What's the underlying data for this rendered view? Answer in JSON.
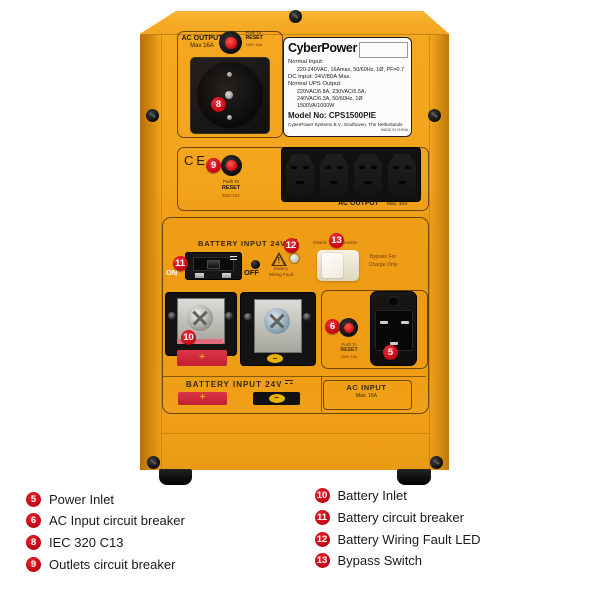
{
  "device": {
    "plate": {
      "brand": "CyberPower",
      "lines": [
        "Normal Input:",
        "220-240VAC, 16Amax, 50/60Hz, 1Ø, PF=0.7",
        "DC Input:  24V/80A Max.",
        "Normal UPS Output:",
        "220VAC/6.8A,  230VAC/6.5A,",
        "240VAC/6.3A,   50/60Hz,  1Ø",
        "1500VA/1000W"
      ],
      "model": "Model No: CPS1500PIE",
      "company": "CyberPower Systems B.V., Eindhoven, The Netherlands",
      "made_in": "MADE IN CHINA"
    },
    "ac_output_box": {
      "title": "AC OUTPUT",
      "max": "Max 16A",
      "push": "Push To",
      "reset": "RESET",
      "rating": "250V 16A"
    },
    "mid_box": {
      "ce": "CE",
      "push": "Push To",
      "reset": "RESET",
      "rating": "250V,10A",
      "strip_label": "AC OUTPUT",
      "strip_max": "Max. 10A"
    },
    "battery": {
      "title": "BATTERY INPUT 24V",
      "on": "ON",
      "off": "OFF",
      "fault1": "Battery",
      "fault2": "Wiring Fault",
      "disable": "Disable",
      "enable": "Enable",
      "bypass1": "Bypass For",
      "bypass2": "Charge Only",
      "plus": "+",
      "minus": "−"
    },
    "ac_input": {
      "push": "Push To",
      "reset": "RESET",
      "rating": "250V 16A",
      "title": "AC INPUT",
      "max": "Max. 16A"
    },
    "bottom": {
      "battery_title": "BATTERY INPUT 24V",
      "plus": "+",
      "minus": "−"
    },
    "callouts": {
      "c5": "5",
      "c6": "6",
      "c8": "8",
      "c9": "9",
      "c10": "10",
      "c11": "11",
      "c12": "12",
      "c13": "13"
    }
  },
  "legend": {
    "left": [
      {
        "num": "5",
        "label": "Power Inlet"
      },
      {
        "num": "6",
        "label": "AC Input circuit breaker"
      },
      {
        "num": "8",
        "label": "IEC 320 C13"
      },
      {
        "num": "9",
        "label": "Outlets circuit breaker"
      }
    ],
    "right": [
      {
        "num": "10",
        "label": "Battery Inlet"
      },
      {
        "num": "11",
        "label": "Battery circuit breaker"
      },
      {
        "num": "12",
        "label": "Battery Wiring Fault LED"
      },
      {
        "num": "13",
        "label": "Bypass Switch"
      }
    ]
  },
  "colors": {
    "body_orange": "#f2a31c",
    "callout_red": "#cc0f1a",
    "panel_black": "#141414",
    "plate_white": "#fcfcfa"
  }
}
